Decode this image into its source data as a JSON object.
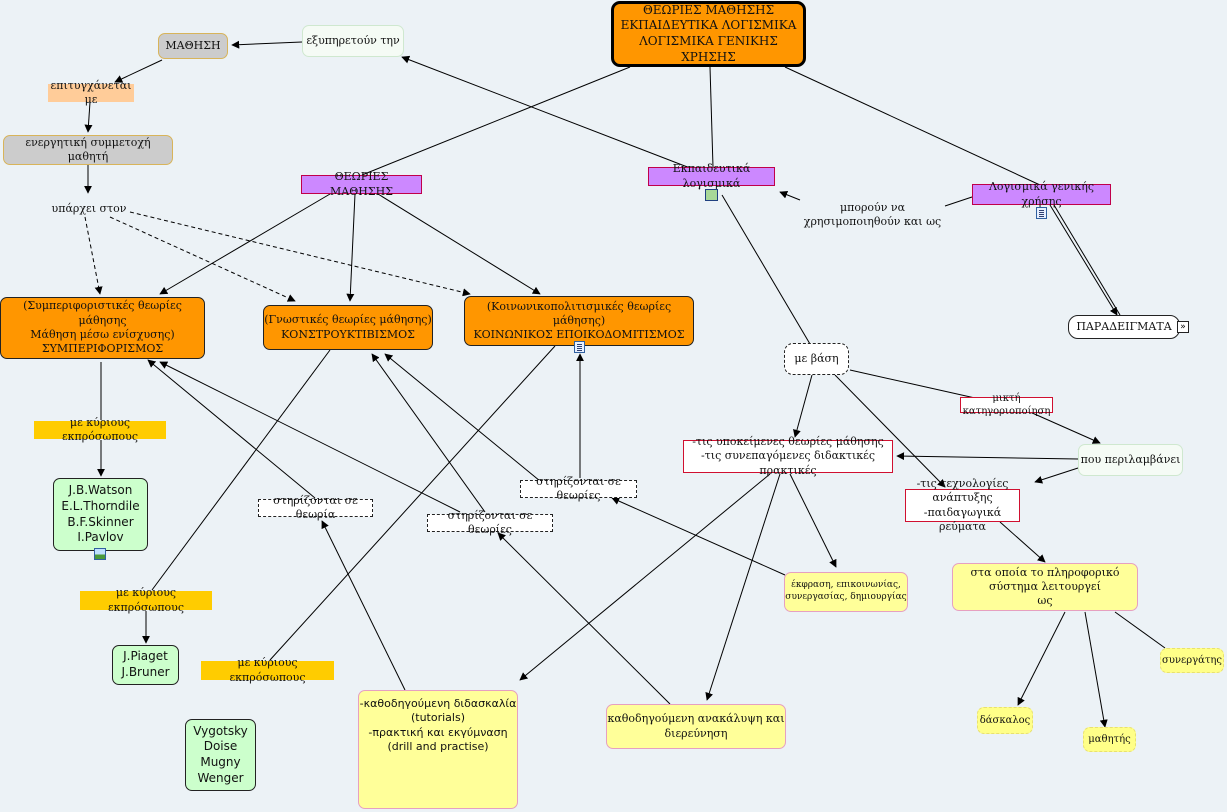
{
  "nodes": {
    "title": "ΘΕΩΡΙΕΣ ΜΑΘΗΣΗΣ\nΕΚΠΑΙΔΕΥΤΙΚΑ ΛΟΓΙΣΜΙΚΑ\nΛΟΓΙΣΜΙΚΑ ΓΕΝΙΚΗΣ ΧΡΗΣΗΣ",
    "mathisi": "ΜΑΘΗΣΗ",
    "exypiretoun": "εξυπηρετούν την",
    "epitygxanetai": "επιτυγχάνεται με",
    "energitiki": "ενεργητική συμμετοχή μαθητή",
    "yparxei": "υπάρχει στον",
    "theories": "ΘΕΩΡΙΕΣ ΜΑΘΗΣΗΣ",
    "ekpaideftika": "Εκπαιδευτικά λογισμικά",
    "logismika_genikis": "Λογισμικά γενικής χρήσης",
    "boroun": "μπορούν να\nχρησιμοποιηθούν και ως",
    "paradeigmata": "ΠΑΡΑΔΕΙΓΜΑΤΑ",
    "behaviorism": "(Συμπεριφοριστικές θεωρίες μάθησης\nΜάθηση μέσω ενίσχυσης)\nΣΥΜΠΕΡΙΦΟΡΙΣΜΟΣ",
    "cognitive": "(Γνωστικές θεωρίες μάθησης)\nΚΟΝΣΤΡΟΥΚΤΙΒΙΣΜΟΣ",
    "social": "(Κοινωνικοπολιτισμικές θεωρίες μάθησης)\nΚΟΙΝΩΝΙΚΟΣ ΕΠΟΙΚΟΔΟΜΙΤΙΣΜΟΣ",
    "me_vasi": "με βάση",
    "mikti": "μικτή κατηγοριοποίηση",
    "periamvanei": "που περιλαμβάνει",
    "ypokeimenes": "-τις υποκείμενες θεωρίες μάθησης\n-τις συνεπαγόμενες διδακτικές πρακτικές",
    "technologies": "-τις τεχνολογίες ανάπτυξης\n-παιδαγωγικά ρεύματα",
    "kyrious1": "με κύριους εκπρόσωπους",
    "watson": "J.B.Watson\nE.L.Thorndile\nB.F.Skinner\nI.Pavlov",
    "stirizontai_theoria": "στηρίζονται σε θεωρία",
    "stirizontai_theories2": "στηρίζονται σε θεωρίες",
    "stirizontai_theories": "στηρίζονται σε θεωρίες",
    "kyrious2": "με κύριους εκπρόσωπους",
    "piaget": "J.Piaget\nJ.Bruner",
    "kyrious3": "με κύριους εκπρόσωπους",
    "vygotsky": "Vygotsky\nDoise\nMugny\nWenger",
    "kathodigoumeni_didaskalia": "-καθοδηγούμενη διδασκαλία\n(tutorials)\n-πρακτική και εκγύμναση\n(drill and practise)",
    "kathodigoumeni_anakalypsi": "καθοδηγούμενη ανακάλυψη και\nδιερεύνηση",
    "ekfrasi": "έκφραση, επικοινωνίας,\nσυνεργασίας, δημιουργίας",
    "sta_opoia": "στα οποία το πληροφορικό σύστημα λειτουργεί\nως",
    "synergatis": "συνεργάτης",
    "daskalos": "δάσκαλος",
    "mathitis": "μαθητής"
  },
  "colors": {
    "background": "#ecf2f6",
    "orange": "#ff9600",
    "violet": "#cc88ff",
    "gold": "#ffcc00",
    "green": "#ccffcc",
    "yellow": "#ffff99",
    "border_red": "#d01030"
  },
  "icons": [
    "film-icon",
    "document-icon",
    "image-icon",
    "fast-forward-icon"
  ]
}
